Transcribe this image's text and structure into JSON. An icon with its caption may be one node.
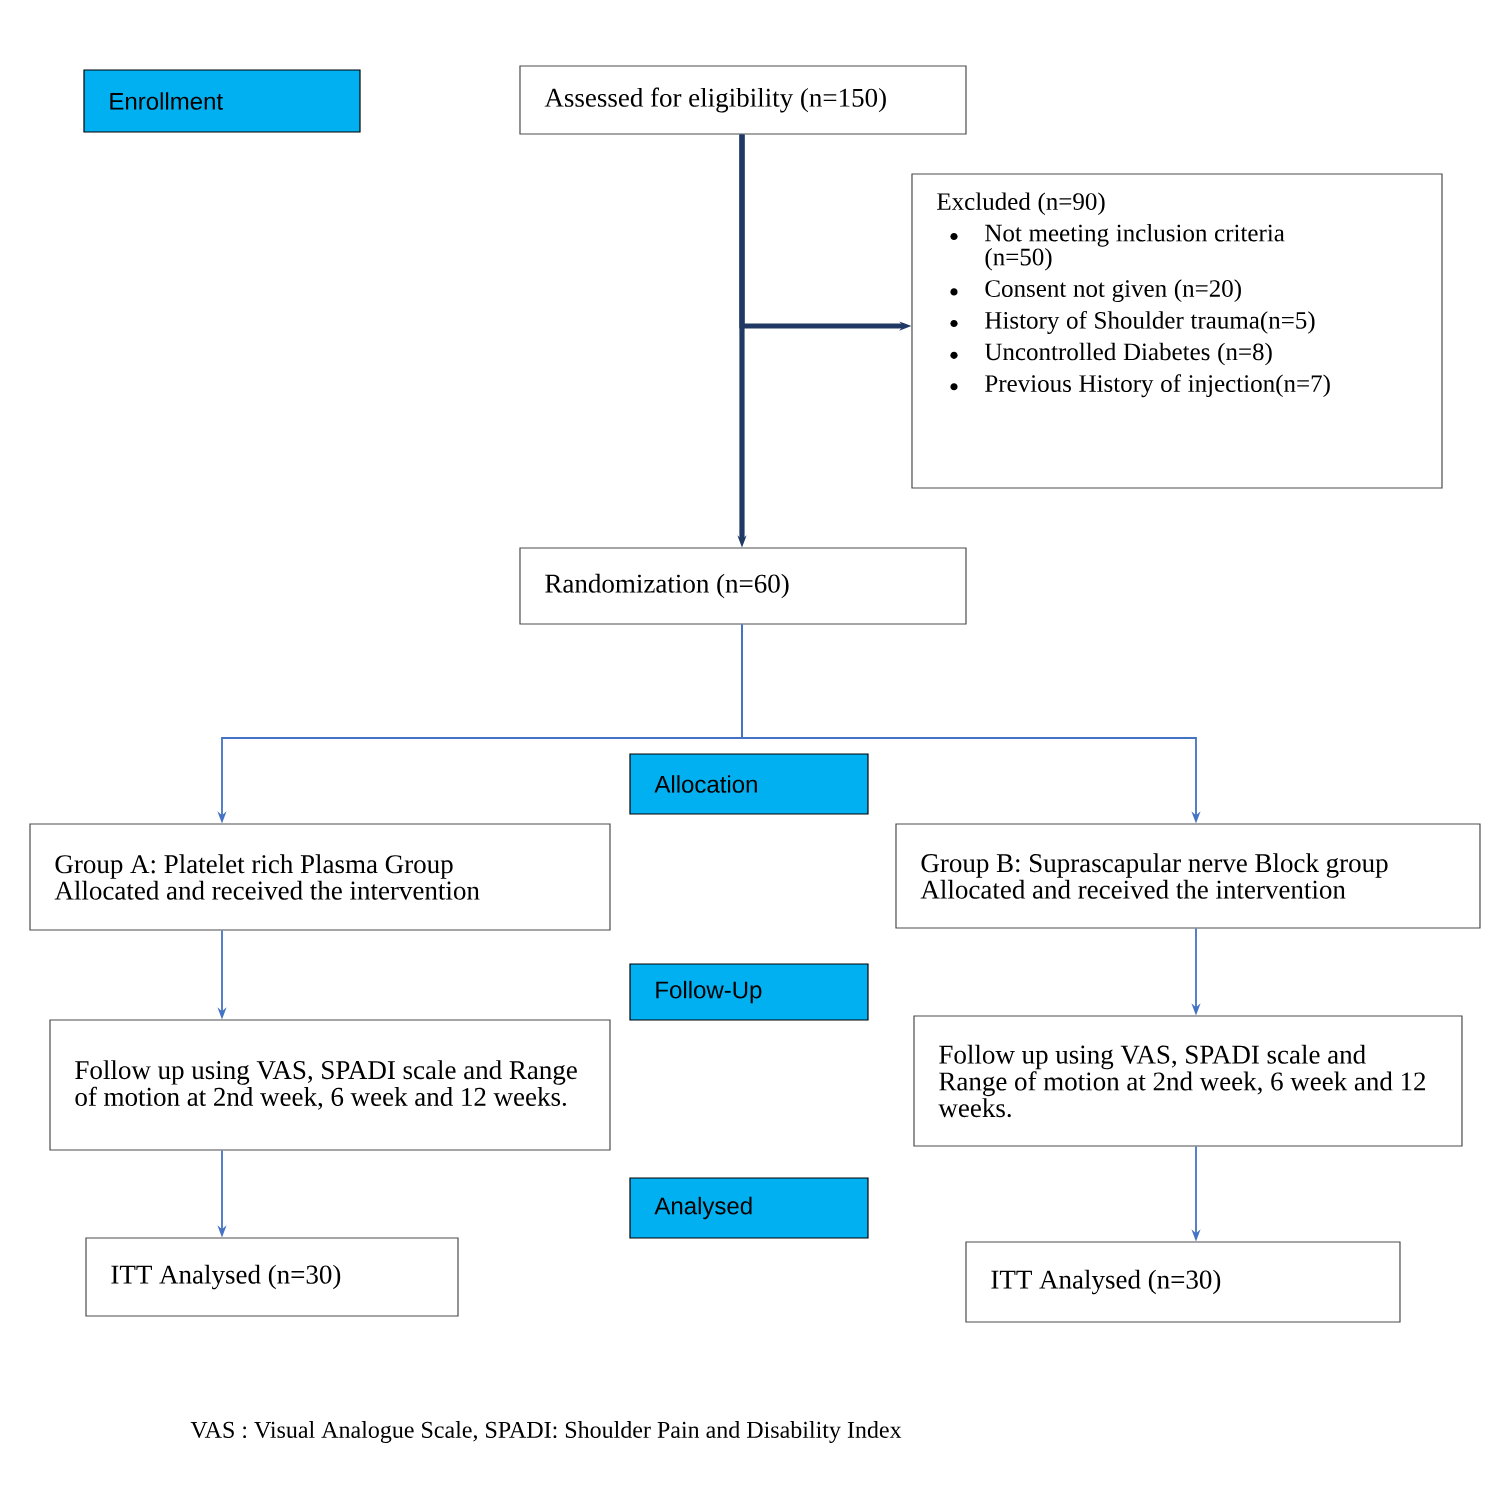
{
  "diagram": {
    "caption": "VAS : Visual Analogue Scale, SPADI: Shoulder Pain and Disability Index",
    "nodes": [
      {
        "text": [
          "Enrollment"
        ]
      },
      {
        "text": [
          "Assessed for eligibility (n=150)"
        ]
      },
      {
        "text": [
          "Excluded (n=90)",
          "Not meeting inclusion criteria (n=50)",
          "Consent not given (n=20)",
          "History of Shoulder trauma(n=5)",
          "Uncontrolled Diabetes (n=8)",
          "Previous History of injection(n=7)"
        ]
      },
      {
        "text": [
          "Randomization (n=60)"
        ]
      },
      {
        "text": [
          "Allocation"
        ]
      },
      {
        "text": [
          "Group A: Platelet rich Plasma Group",
          "Allocated and received the intervention"
        ]
      },
      {
        "text": [
          "Group B: Suprascapular nerve Block group",
          "Allocated and received the intervention"
        ]
      },
      {
        "text": [
          "Follow-Up"
        ]
      },
      {
        "text": [
          "Follow up using VAS, SPADI scale and Range of motion at 2nd week, 6 week and 12 weeks."
        ]
      },
      {
        "text": [
          "Follow up using VAS, SPADI scale and Range of motion at 2nd week, 6 week and 12 weeks."
        ]
      },
      {
        "text": [
          "Analysed"
        ]
      },
      {
        "text": [
          "ITT Analysed (n=30)"
        ]
      },
      {
        "text": [
          "ITT Analysed (n=30)"
        ]
      }
    ],
    "edges": [
      {
        "from": 1,
        "to": 3,
        "arrow": "to",
        "style": "thick",
        "color": "#1f3864"
      },
      {
        "from": 1,
        "to": 2,
        "arrow": "to",
        "style": "thick",
        "color": "#1f3864"
      },
      {
        "from": 3,
        "to": 5,
        "arrow": "to"
      },
      {
        "from": 3,
        "to": 6,
        "arrow": "to"
      },
      {
        "from": 5,
        "to": 8,
        "arrow": "to"
      },
      {
        "from": 6,
        "to": 9,
        "arrow": "to"
      },
      {
        "from": 8,
        "to": 11,
        "arrow": "to"
      },
      {
        "from": 9,
        "to": 12,
        "arrow": "to"
      }
    ]
  }
}
